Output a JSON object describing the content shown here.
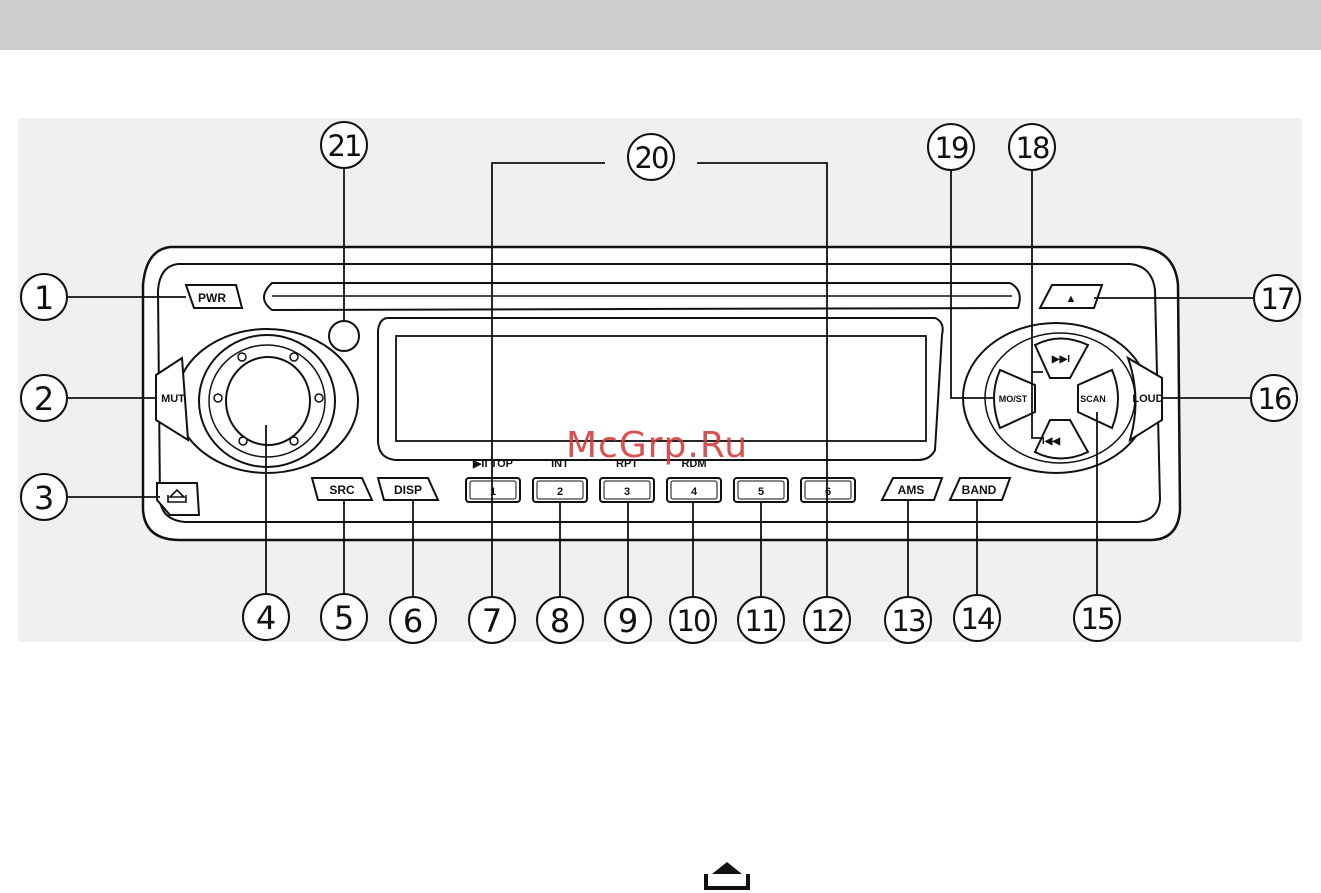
{
  "watermark": "McGrp.Ru",
  "callouts": [
    "1",
    "2",
    "3",
    "4",
    "5",
    "6",
    "7",
    "8",
    "9",
    "10",
    "11",
    "12",
    "13",
    "14",
    "15",
    "16",
    "17",
    "18",
    "19",
    "20",
    "21"
  ],
  "buttons": {
    "pwr": "PWR",
    "mut": "MUT",
    "src": "SRC",
    "disp": "DISP",
    "preset_1": "1",
    "preset_2": "2",
    "preset_3": "3",
    "preset_4": "4",
    "preset_5": "5",
    "preset_6": "6",
    "ams": "AMS",
    "band": "BAND",
    "mo_st": "MO/ST",
    "scan": "SCAN",
    "loud": "LOUD",
    "eject": "▲",
    "next": "▶▶I",
    "prev": "I◀◀"
  },
  "preset_functions": {
    "top": "▶II TOP",
    "int": "INT",
    "rpt": "RPT",
    "rdm": "RDM"
  },
  "icons": {
    "open_panel": "open-panel-icon",
    "eject": "eject-icon"
  }
}
